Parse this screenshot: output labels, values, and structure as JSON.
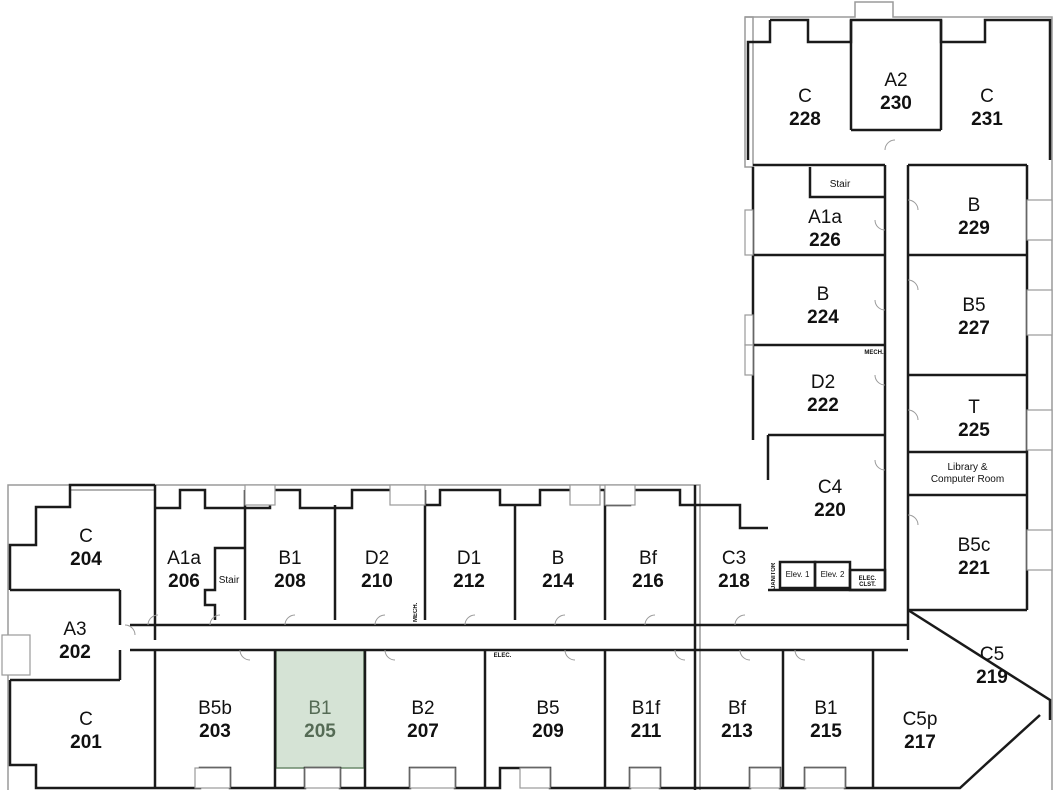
{
  "rooms": [
    {
      "type": "C",
      "num": "228"
    },
    {
      "type": "A2",
      "num": "230"
    },
    {
      "type": "C",
      "num": "231"
    },
    {
      "type": "A1a",
      "num": "226"
    },
    {
      "type": "B",
      "num": "229"
    },
    {
      "type": "B",
      "num": "224"
    },
    {
      "type": "B5",
      "num": "227"
    },
    {
      "type": "D2",
      "num": "222"
    },
    {
      "type": "T",
      "num": "225"
    },
    {
      "type": "C4",
      "num": "220"
    },
    {
      "type": "B5c",
      "num": "221"
    },
    {
      "type": "C",
      "num": "204"
    },
    {
      "type": "A1a",
      "num": "206"
    },
    {
      "type": "B1",
      "num": "208"
    },
    {
      "type": "D2",
      "num": "210"
    },
    {
      "type": "D1",
      "num": "212"
    },
    {
      "type": "B",
      "num": "214"
    },
    {
      "type": "Bf",
      "num": "216"
    },
    {
      "type": "C3",
      "num": "218"
    },
    {
      "type": "A3",
      "num": "202"
    },
    {
      "type": "C5",
      "num": "219"
    },
    {
      "type": "C",
      "num": "201"
    },
    {
      "type": "B5b",
      "num": "203"
    },
    {
      "type": "B1",
      "num": "205"
    },
    {
      "type": "B2",
      "num": "207"
    },
    {
      "type": "B5",
      "num": "209"
    },
    {
      "type": "B1f",
      "num": "211"
    },
    {
      "type": "Bf",
      "num": "213"
    },
    {
      "type": "B1",
      "num": "215"
    },
    {
      "type": "C5p",
      "num": "217"
    }
  ],
  "labels": {
    "stair_top": "Stair",
    "stair_206": "Stair",
    "library_line1": "Library &",
    "library_line2": "Computer Room",
    "elev1": "Elev. 1",
    "elev2": "Elev. 2",
    "mech_top": "MECH.",
    "mech_mid": "MECH.",
    "elec_clst": "ELEC. CLST.",
    "elec": "ELEC.",
    "janitor": "JANITOR"
  },
  "colors": {
    "wall": "#1a1a1a",
    "outline": "#9a9a9a",
    "highlight_fill": "#d5e3d5",
    "highlight_stroke": "#6b8a6b"
  }
}
